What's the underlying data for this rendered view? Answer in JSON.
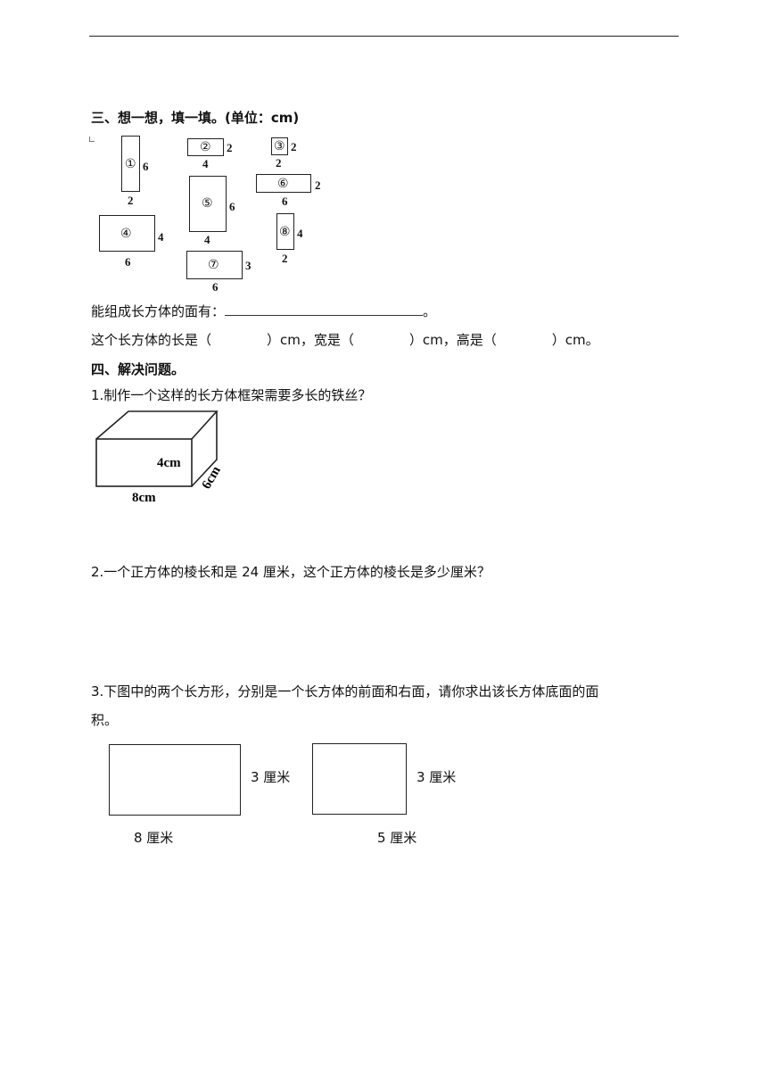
{
  "section3": {
    "title": "三、想一想，填一填。(单位：cm)",
    "faces": [
      {
        "id": "①",
        "side": "6",
        "bottom": "2"
      },
      {
        "id": "②",
        "side": "2",
        "bottom": "4"
      },
      {
        "id": "③",
        "side": "2",
        "bottom": "2"
      },
      {
        "id": "④",
        "side": "4",
        "bottom": "6"
      },
      {
        "id": "⑤",
        "side": "6",
        "bottom": "4"
      },
      {
        "id": "⑥",
        "side": "2",
        "bottom": "6"
      },
      {
        "id": "⑦",
        "side": "3",
        "bottom": "6"
      },
      {
        "id": "⑧",
        "side": "4",
        "bottom": "2"
      }
    ],
    "q_faces_label": "能组成长方体的面有：",
    "q_faces_end": "。",
    "q_dims": {
      "a": "这个长方体的长是（",
      "b": "）cm，宽是（",
      "c": "）cm，高是（",
      "d": "）cm。"
    }
  },
  "section4": {
    "title": "四、解决问题。",
    "q1": {
      "text": "1.制作一个这样的长方体框架需要多长的铁丝？",
      "height_label": "4cm",
      "length_label": "8cm",
      "depth_label": "6cm"
    },
    "q2": {
      "text": "2.一个正方体的棱长和是 24 厘米，这个正方体的棱长是多少厘米？"
    },
    "q3": {
      "text_line1": "3.下图中的两个长方形，分别是一个长方体的前面和右面，请你求出该长方体底面的面",
      "text_line2": "积。",
      "rect1_side": "3 厘米",
      "rect1_bottom": "8 厘米",
      "rect2_side": "3 厘米",
      "rect2_bottom": "5 厘米"
    }
  }
}
